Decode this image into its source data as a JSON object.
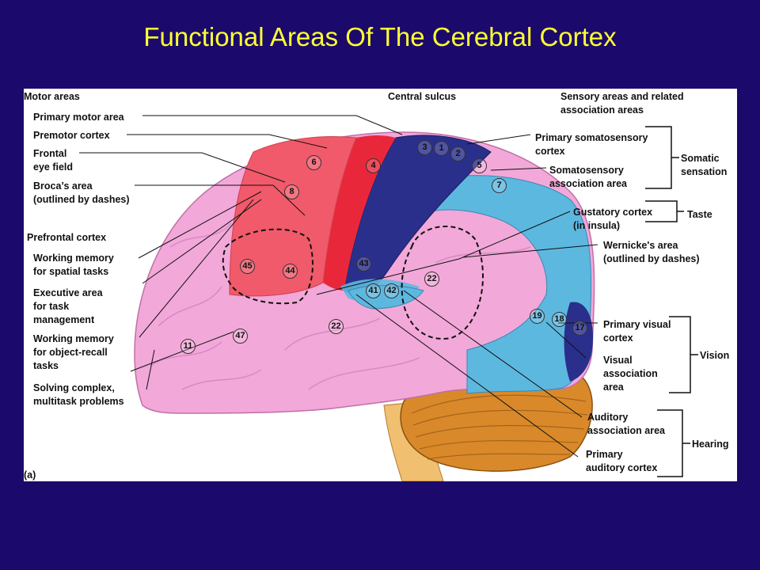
{
  "title": "Functional Areas Of The Cerebral Cortex",
  "headings": {
    "motor": "Motor areas",
    "central": "Central sulcus",
    "sensory": "Sensory areas and related\nassociation areas",
    "figure": "(a)"
  },
  "left_labels": {
    "primary_motor": "Primary motor area",
    "premotor": "Premotor cortex",
    "frontal_eye": "Frontal\neye field",
    "broca": "Broca’s area\n(outlined by dashes)",
    "prefrontal": "Prefrontal cortex",
    "working_spatial": "Working memory\nfor spatial tasks",
    "executive": "Executive area\nfor task\nmanagement",
    "working_object": "Working memory\nfor object-recall\ntasks",
    "solving": "Solving complex,\nmultitask problems"
  },
  "right_labels": {
    "primary_somato": "Primary somatosensory\ncortex",
    "somato_assoc": "Somatosensory\nassociation area",
    "gustatory": "Gustatory cortex\n(in insula)",
    "wernicke": "Wernicke's area\n(outlined by dashes)",
    "primary_visual": "Primary visual\ncortex",
    "visual_assoc": "Visual\nassociation\narea",
    "auditory_assoc": "Auditory\nassociation area",
    "primary_auditory": "Primary\nauditory cortex"
  },
  "groups": {
    "somatic": "Somatic\nsensation",
    "taste": "Taste",
    "vision": "Vision",
    "hearing": "Hearing"
  },
  "areas": [
    "6",
    "4",
    "3",
    "1",
    "2",
    "5",
    "7",
    "8",
    "45",
    "44",
    "43",
    "41",
    "42",
    "22",
    "22",
    "19",
    "18",
    "17",
    "47",
    "11"
  ],
  "colors": {
    "background": "#1b0a6b",
    "title": "#ffff33",
    "primary_motor": "#e8283a",
    "premotor": "#f05a6a",
    "somatosensory": "#2a2f8c",
    "association": "#5db8e0",
    "frontal": "#f2a8d8",
    "cerebellum": "#d9892a"
  }
}
